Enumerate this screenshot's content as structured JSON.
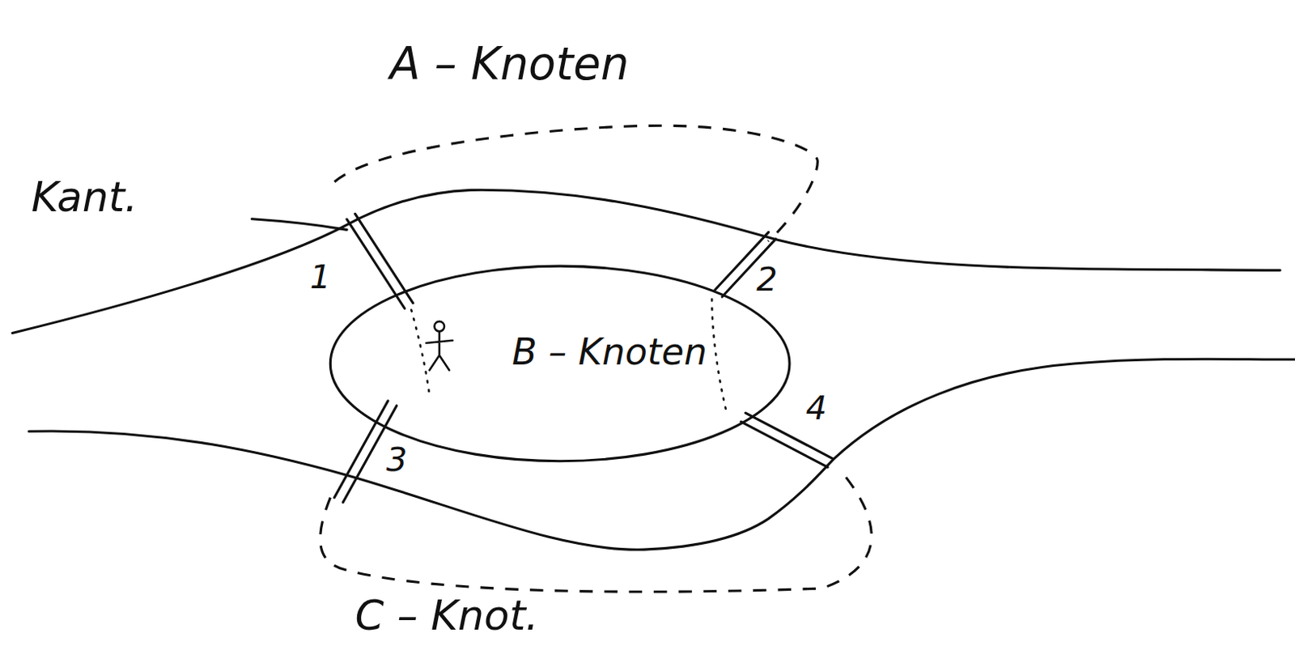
{
  "diagram": {
    "nodes": [
      {
        "text": [
          "A – Knoten"
        ]
      },
      {
        "text": [
          "B – Knoten"
        ]
      },
      {
        "text": [
          "C – Knot."
        ]
      }
    ],
    "edges": [
      {
        "from": 0,
        "to": 1,
        "arrow": "none",
        "label": "1"
      },
      {
        "from": 0,
        "to": 1,
        "arrow": "none",
        "label": "2"
      },
      {
        "from": 1,
        "to": 2,
        "arrow": "none",
        "label": "3"
      },
      {
        "from": 1,
        "to": 2,
        "arrow": "none",
        "label": "4"
      }
    ],
    "labels": [
      "Kant."
    ]
  }
}
